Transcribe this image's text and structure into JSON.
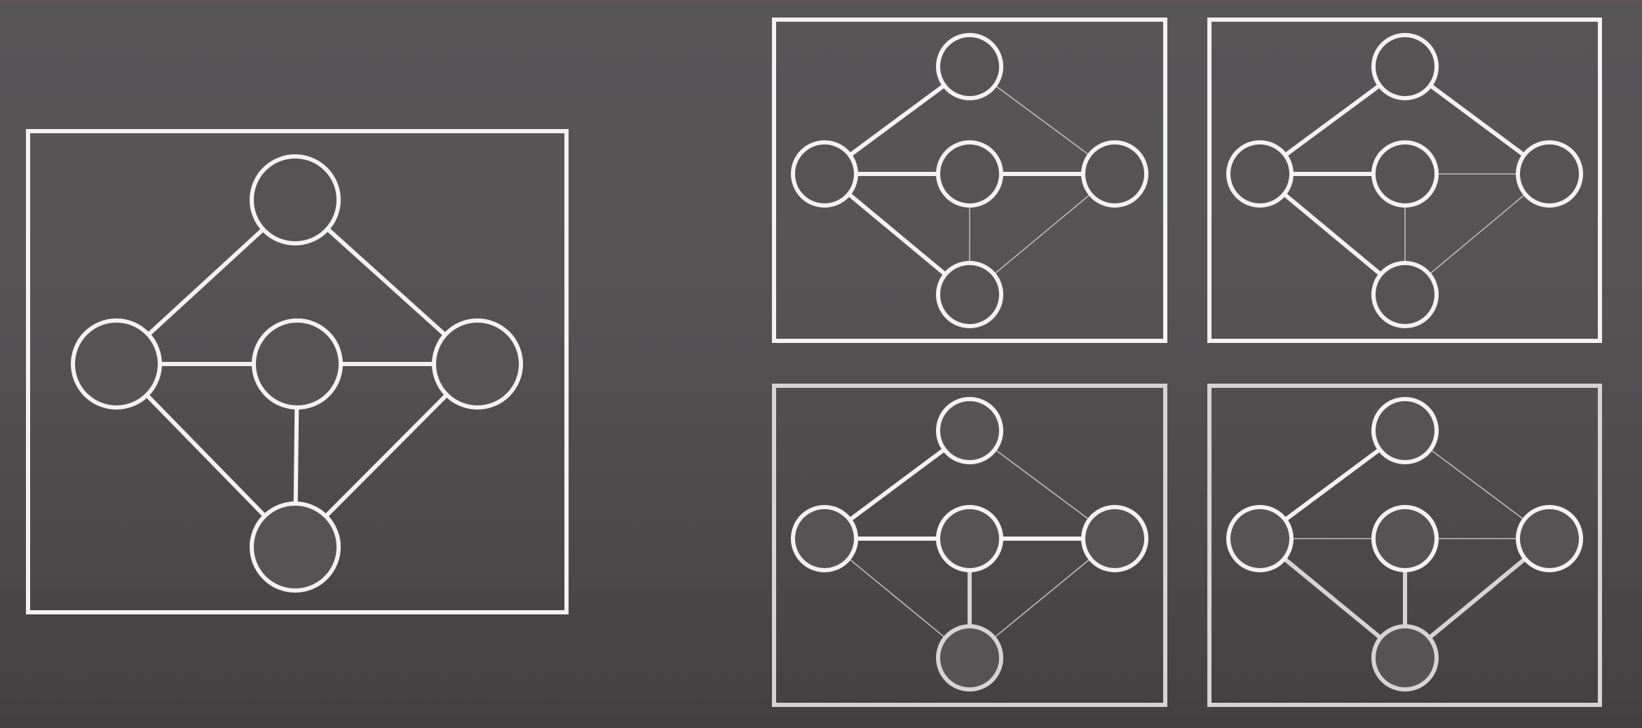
{
  "diagram": {
    "colors": {
      "background_top": "#595556",
      "background_bottom": "#424041",
      "stroke": "#f2f2f2",
      "stroke_faded": "#d4d4d4",
      "thin_edge": "#bdbdbd",
      "node_fill": "#555354"
    },
    "nodes": [
      "top",
      "left",
      "center",
      "right",
      "bottom"
    ],
    "main_graph": {
      "edges": [
        {
          "from": "top",
          "to": "left",
          "weight": "thick"
        },
        {
          "from": "top",
          "to": "right",
          "weight": "thick"
        },
        {
          "from": "left",
          "to": "center",
          "weight": "thick"
        },
        {
          "from": "center",
          "to": "right",
          "weight": "thick"
        },
        {
          "from": "left",
          "to": "bottom",
          "weight": "thick"
        },
        {
          "from": "right",
          "to": "bottom",
          "weight": "thick"
        },
        {
          "from": "center",
          "to": "bottom",
          "weight": "thick"
        }
      ]
    },
    "subgraphs": [
      {
        "id": "top-left",
        "edges": [
          {
            "from": "top",
            "to": "left",
            "weight": "thick"
          },
          {
            "from": "top",
            "to": "right",
            "weight": "thin"
          },
          {
            "from": "left",
            "to": "center",
            "weight": "thick"
          },
          {
            "from": "center",
            "to": "right",
            "weight": "thick"
          },
          {
            "from": "left",
            "to": "bottom",
            "weight": "thick"
          },
          {
            "from": "right",
            "to": "bottom",
            "weight": "thin"
          },
          {
            "from": "center",
            "to": "bottom",
            "weight": "thin"
          }
        ]
      },
      {
        "id": "top-right",
        "edges": [
          {
            "from": "top",
            "to": "left",
            "weight": "thick"
          },
          {
            "from": "top",
            "to": "right",
            "weight": "thick"
          },
          {
            "from": "left",
            "to": "center",
            "weight": "thick"
          },
          {
            "from": "center",
            "to": "right",
            "weight": "thin"
          },
          {
            "from": "left",
            "to": "bottom",
            "weight": "thick"
          },
          {
            "from": "right",
            "to": "bottom",
            "weight": "thin"
          },
          {
            "from": "center",
            "to": "bottom",
            "weight": "thin"
          }
        ]
      },
      {
        "id": "bottom-left",
        "edges": [
          {
            "from": "top",
            "to": "left",
            "weight": "thick"
          },
          {
            "from": "top",
            "to": "right",
            "weight": "thin"
          },
          {
            "from": "left",
            "to": "center",
            "weight": "thick"
          },
          {
            "from": "center",
            "to": "right",
            "weight": "thick"
          },
          {
            "from": "left",
            "to": "bottom",
            "weight": "thin"
          },
          {
            "from": "right",
            "to": "bottom",
            "weight": "thin"
          },
          {
            "from": "center",
            "to": "bottom",
            "weight": "thick"
          }
        ]
      },
      {
        "id": "bottom-right",
        "edges": [
          {
            "from": "top",
            "to": "left",
            "weight": "thick"
          },
          {
            "from": "top",
            "to": "right",
            "weight": "thin"
          },
          {
            "from": "left",
            "to": "center",
            "weight": "thin"
          },
          {
            "from": "center",
            "to": "right",
            "weight": "thin"
          },
          {
            "from": "left",
            "to": "bottom",
            "weight": "thick"
          },
          {
            "from": "right",
            "to": "bottom",
            "weight": "thick"
          },
          {
            "from": "center",
            "to": "bottom",
            "weight": "thick"
          }
        ]
      }
    ]
  }
}
